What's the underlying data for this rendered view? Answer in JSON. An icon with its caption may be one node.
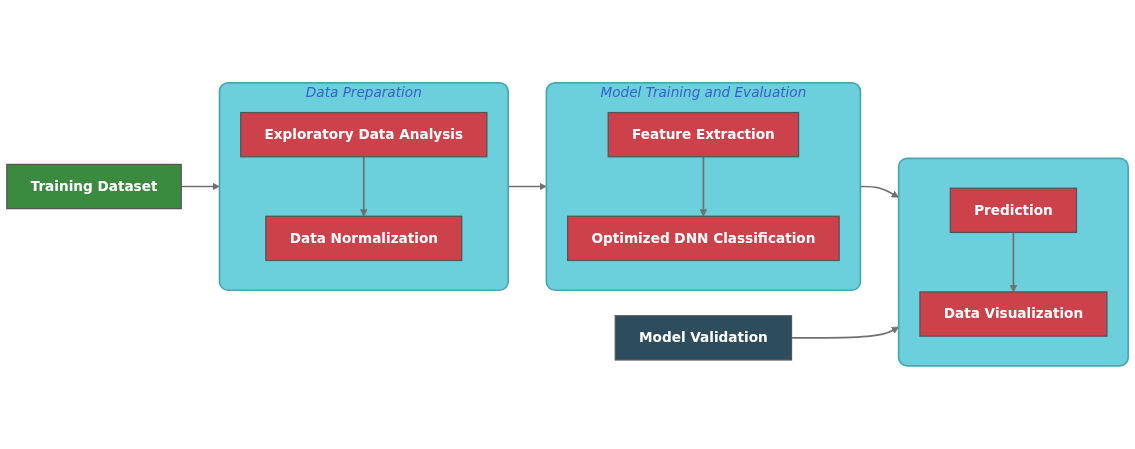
{
  "diagram": {
    "nodes": [
      {
        "text": [
          "Training Dataset"
        ]
      },
      {
        "text": [
          "Model Validation"
        ]
      },
      {
        "text": [
          "Data Preparation"
        ]
      },
      {
        "text": [
          "Exploratory Data Analysis"
        ],
        "in": 2
      },
      {
        "text": [
          "Data Normalization"
        ],
        "in": 2
      },
      {
        "text": [
          "Model Training and Evaluation"
        ]
      },
      {
        "text": [
          "Feature Extraction"
        ],
        "in": 5
      },
      {
        "text": [
          "Optimized DNN Classification"
        ],
        "in": 5
      },
      {
        "text": [],
        "shape": "box"
      },
      {
        "text": [
          "Prediction"
        ],
        "in": 8
      },
      {
        "text": [
          "Data Visualization"
        ],
        "in": 8
      }
    ],
    "edges": [
      {
        "from": 0,
        "to": 2,
        "arrow": "to"
      },
      {
        "from": 3,
        "to": 4,
        "arrow": "to"
      },
      {
        "from": 2,
        "to": 5,
        "arrow": "to"
      },
      {
        "from": 6,
        "to": 7,
        "arrow": "to"
      },
      {
        "from": 5,
        "to": 8,
        "arrow": "to"
      },
      {
        "from": 1,
        "to": 8,
        "arrow": "to"
      },
      {
        "from": 9,
        "to": 10,
        "arrow": "to"
      }
    ]
  }
}
